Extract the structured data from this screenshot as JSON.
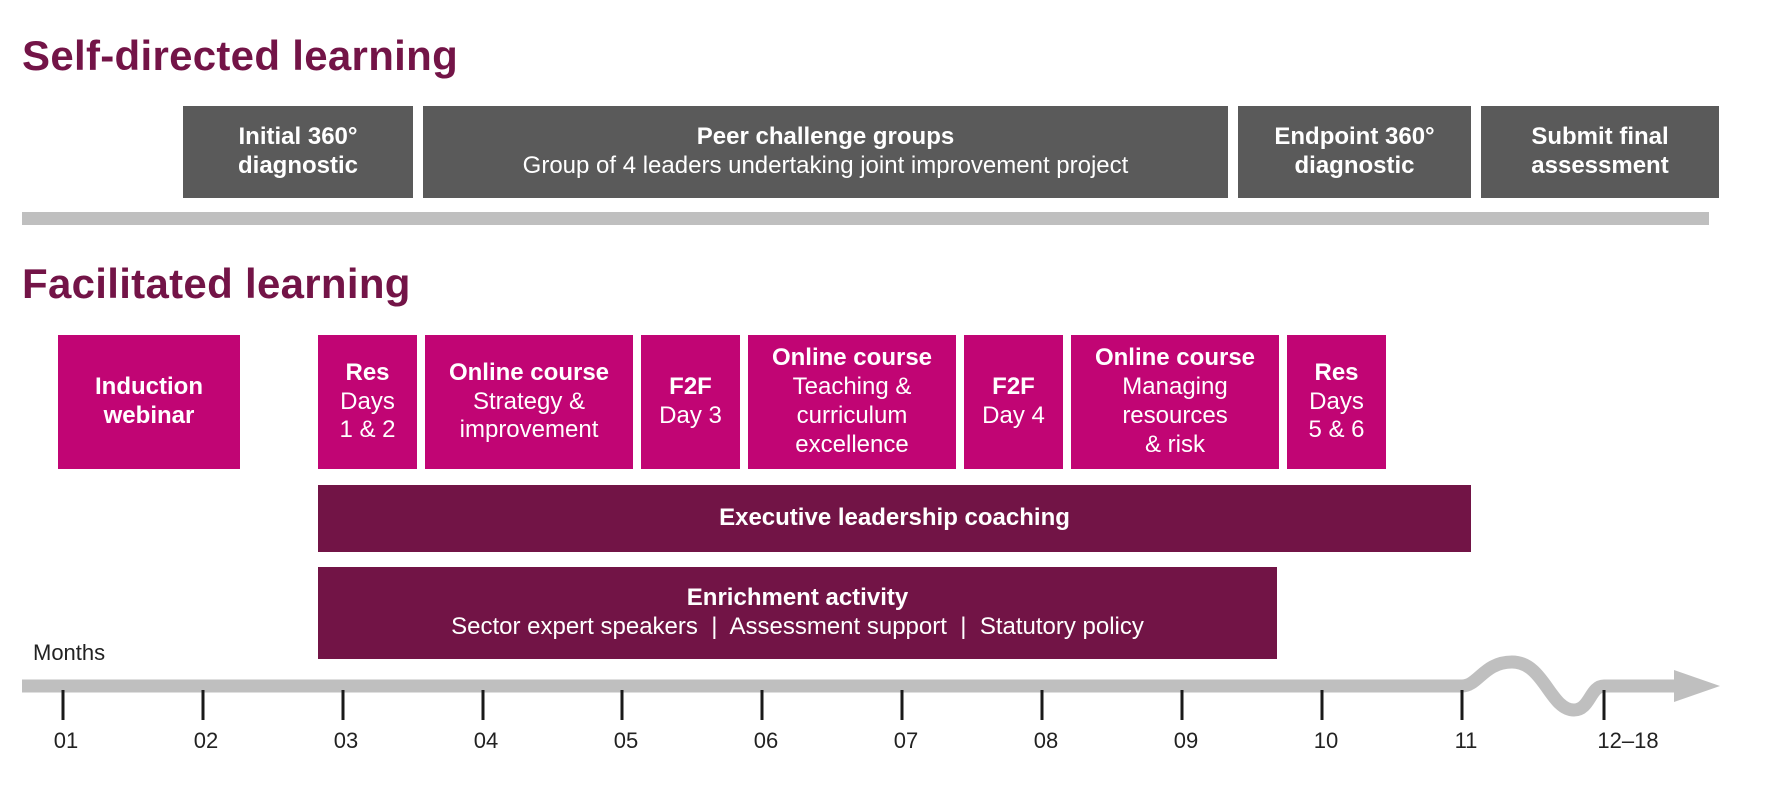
{
  "sections": {
    "self_directed": "Self-directed learning",
    "facilitated": "Facilitated learning"
  },
  "self_directed_boxes": [
    {
      "title": "Initial 360°",
      "line2": "diagnostic"
    },
    {
      "title": "Peer challenge groups",
      "sub": "Group of 4 leaders undertaking joint improvement project"
    },
    {
      "title": "Endpoint 360°",
      "line2": "diagnostic"
    },
    {
      "title": "Submit final",
      "line2": "assessment"
    }
  ],
  "facilitated_boxes": [
    {
      "title": "Induction",
      "line2": "webinar"
    },
    {
      "title": "Res",
      "sub1": "Days",
      "sub2": "1 & 2"
    },
    {
      "title": "Online course",
      "sub1": "Strategy &",
      "sub2": "improvement"
    },
    {
      "title": "F2F",
      "sub1": "Day 3"
    },
    {
      "title": "Online course",
      "sub1": "Teaching &",
      "sub2": "curriculum",
      "sub3": "excellence"
    },
    {
      "title": "F2F",
      "sub1": "Day 4"
    },
    {
      "title": "Online course",
      "sub1": "Managing",
      "sub2": "resources",
      "sub3": "& risk"
    },
    {
      "title": "Res",
      "sub1": "Days",
      "sub2": "5 & 6"
    }
  ],
  "coaching": {
    "title": "Executive leadership coaching"
  },
  "enrichment": {
    "title": "Enrichment activity",
    "sub": "Sector expert speakers  |  Assessment support  |  Statutory policy"
  },
  "timeline": {
    "label": "Months",
    "ticks": [
      "01",
      "02",
      "03",
      "04",
      "05",
      "06",
      "07",
      "08",
      "09",
      "10",
      "11",
      "12–18"
    ]
  },
  "colors": {
    "heading": "#731447",
    "grey_box": "#5a5a5a",
    "magenta_box": "#c10574",
    "plum_bar": "#721446",
    "axis": "#bfbfbf"
  }
}
